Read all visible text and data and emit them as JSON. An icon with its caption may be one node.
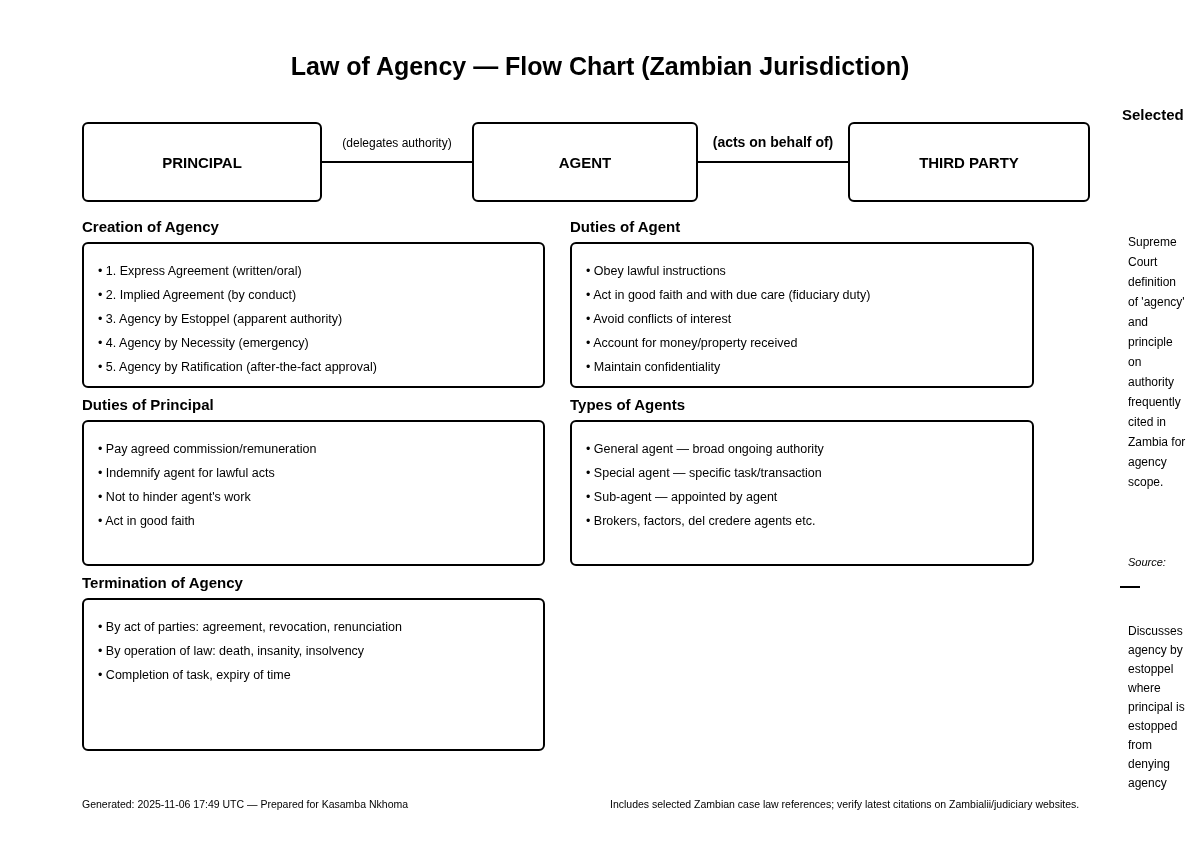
{
  "diagram": {
    "title": "Law of Agency — Flow Chart (Zambian Jurisdiction)",
    "nodes": [
      {
        "text": [
          "PRINCIPAL"
        ]
      },
      {
        "text": [
          "AGENT"
        ]
      },
      {
        "text": [
          "THIRD PARTY"
        ]
      },
      {
        "text": [
          "Creation of Agency",
          "• 1. Express Agreement (written/oral)",
          "• 2. Implied Agreement (by conduct)",
          "• 3. Agency by Estoppel (apparent authority)",
          "• 4. Agency by Necessity (emergency)",
          "• 5. Agency by Ratification (after-the-fact approval)"
        ]
      },
      {
        "text": [
          "Duties of Agent",
          "• Obey lawful instructions",
          "• Act in good faith and with due care (fiduciary duty)",
          "• Avoid conflicts of interest",
          "• Account for money/property received",
          "• Maintain confidentiality"
        ]
      },
      {
        "text": [
          "Duties of Principal",
          "• Pay agreed commission/remuneration",
          "• Indemnify agent for lawful acts",
          "• Not to hinder agent's work",
          "• Act in good faith"
        ]
      },
      {
        "text": [
          "Types of Agents",
          "• General agent — broad ongoing authority",
          "• Special agent — specific task/transaction",
          "• Sub-agent — appointed by agent",
          "• Brokers, factors, del credere agents etc."
        ]
      },
      {
        "text": [
          "Termination of Agency",
          "• By act of parties: agreement, revocation, renunciation",
          "• By operation of law: death, insanity, insolvency",
          "• Completion of task, expiry of time"
        ]
      }
    ],
    "edges": [
      {
        "from": 0,
        "to": 1,
        "arrow": "none",
        "label": "(delegates authority)"
      },
      {
        "from": 1,
        "to": 2,
        "arrow": "none",
        "label": "(acts on behalf of)"
      }
    ],
    "labels": [
      "Selected",
      "Supreme Court definition of 'agency' and principle on authority frequently cited in Zambia for agency scope.",
      "Source:",
      "Discusses agency by estoppel where principal is estopped from denying agency",
      "Generated: 2025-11-06 17:49 UTC — Prepared for Kasamba Nkhoma",
      "Includes selected Zambian case law references; verify latest citations on Zambialii/judiciary websites."
    ]
  }
}
